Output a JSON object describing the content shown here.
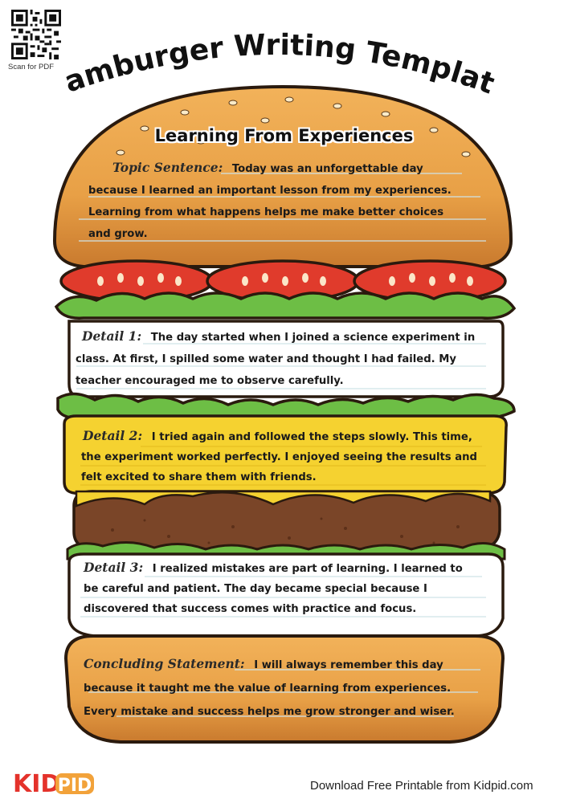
{
  "qr": {
    "caption": "Scan for PDF"
  },
  "title": "Hamburger Writing Template",
  "subtitle": "Learning From Experiences",
  "sections": [
    {
      "label": "Topic Sentence:",
      "text": "Today was an unforgettable day because I learned an important lesson from my experiences. Learning from what happens helps me make better choices and grow."
    },
    {
      "label": "Detail 1:",
      "text": "The day started when I joined a science experiment in class. At first, I spilled some water and thought I had failed. My teacher encouraged me to observe carefully."
    },
    {
      "label": "Detail 2:",
      "text": "I tried again and followed the steps slowly. This time, the experiment worked perfectly. I enjoyed seeing the results and felt excited to share them with friends."
    },
    {
      "label": "Detail 3:",
      "text": "I realized mistakes are part of learning. I learned to be careful and patient. The day became special because I discovered that success comes with practice and focus."
    },
    {
      "label": "Concluding Statement:",
      "text": "I will always remember this day because it taught me the value of learning from experiences. Every mistake and success helps me grow stronger and wiser."
    }
  ],
  "brand": {
    "part1": "KID",
    "part2": "PID"
  },
  "footer": "Download Free Printable from Kidpid.com",
  "colors": {
    "bun": "#E8A046",
    "cheese": "#F5D230",
    "patty": "#7A4528",
    "lettuce": "#6DBE45",
    "tomato": "#E03B2C",
    "brand_red": "#E4322B",
    "brand_orange": "#F2A23A"
  }
}
